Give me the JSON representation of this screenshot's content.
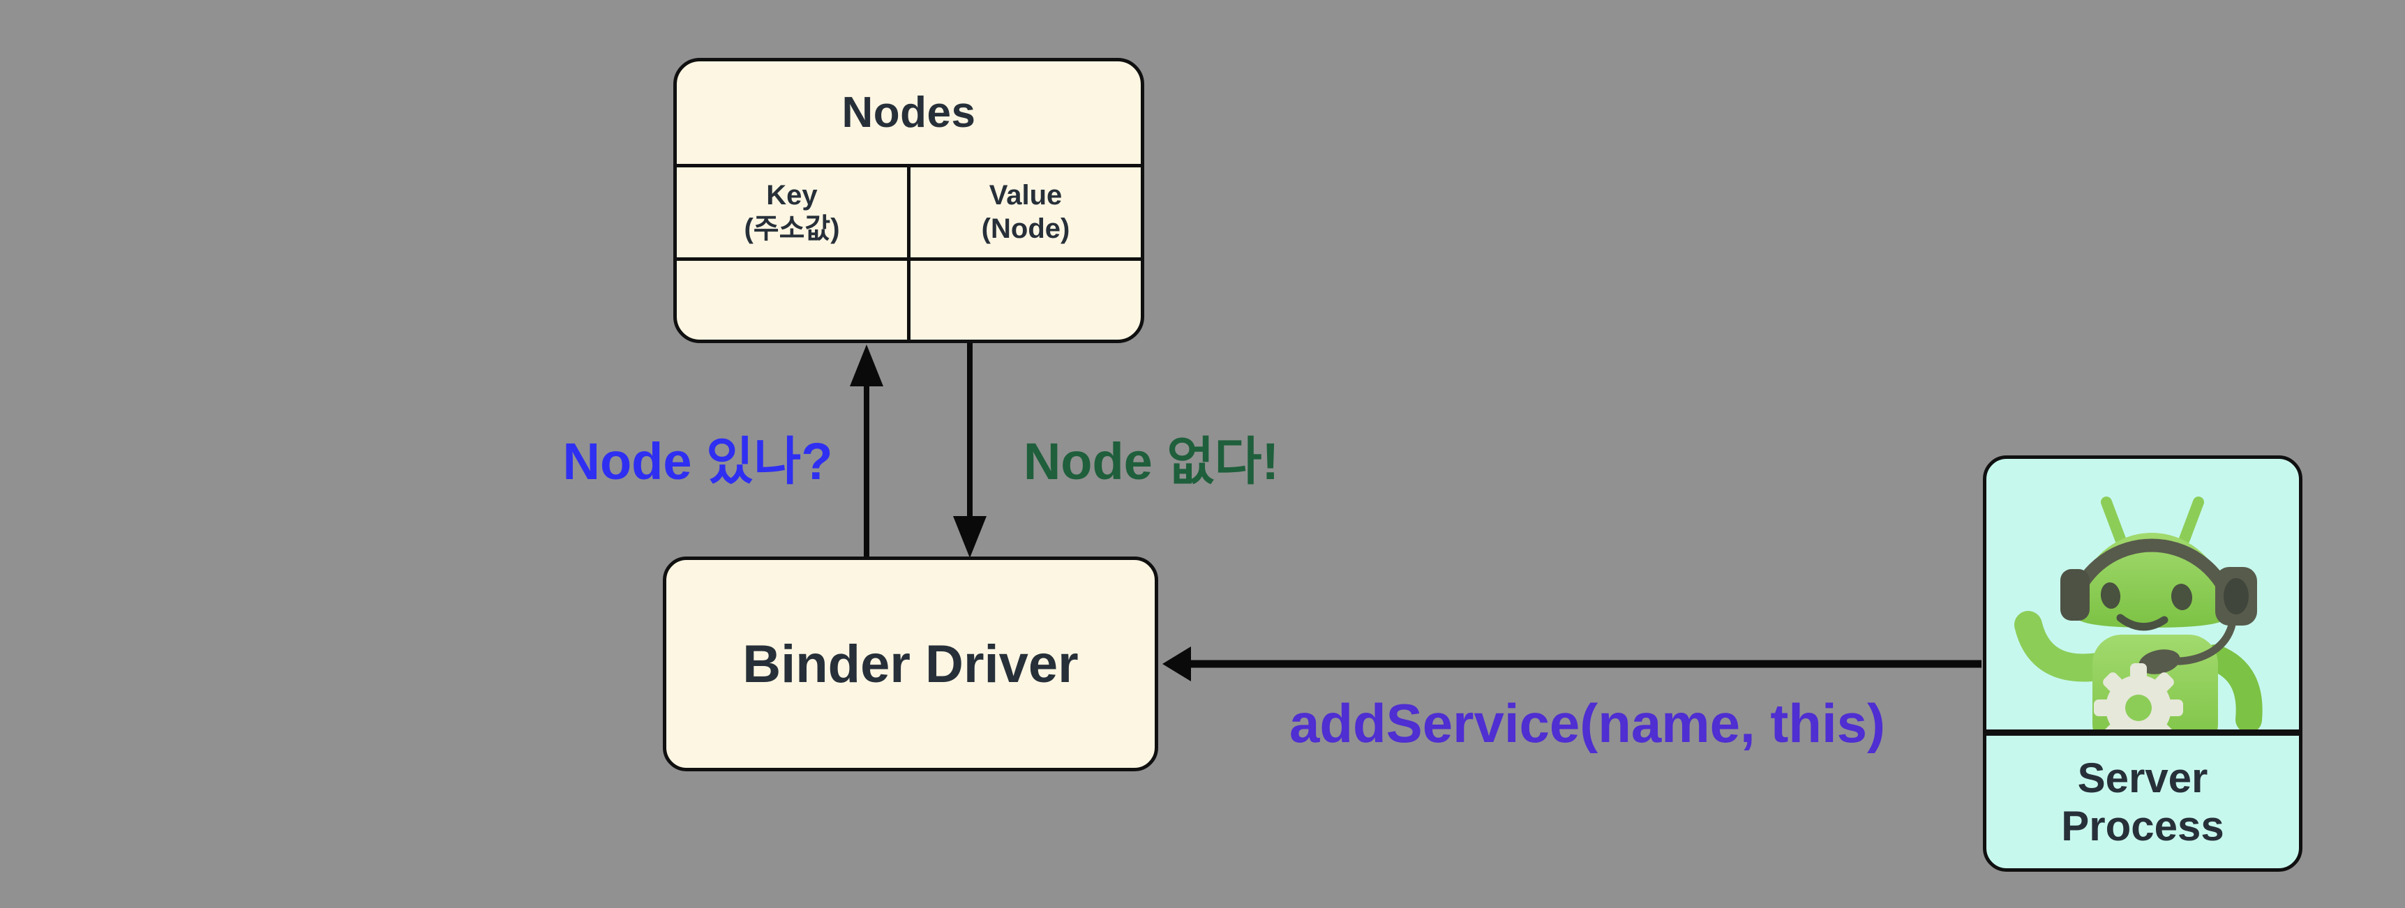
{
  "diagram_title": "Binder Driver node lookup diagram",
  "colors": {
    "background": "#919191",
    "box_fill": "#fdf6e3",
    "box_border": "#101010",
    "server_box_fill": "#c7f8ee",
    "heading_text": "#273039",
    "arrow": "#0a0a0a",
    "query_label": "#2f2ff2",
    "response_label": "#1f5f3c",
    "add_service_label": "#4f2ed2"
  },
  "nodes_table": {
    "title": "Nodes",
    "columns": [
      {
        "label": "Key",
        "sublabel": "(주소값)"
      },
      {
        "label": "Value",
        "sublabel": "(Node)"
      }
    ],
    "rows": [
      [
        "",
        ""
      ]
    ]
  },
  "boxes": {
    "binder_driver": {
      "label": "Binder Driver"
    },
    "server_process": {
      "label": "Server Process",
      "label_lines": [
        "Server",
        "Process"
      ]
    }
  },
  "labels": {
    "query": {
      "text": "Node 있나?",
      "color": "#2f2ff2"
    },
    "response": {
      "text": "Node 없다!",
      "color": "#1f5f3c"
    },
    "add_service": {
      "text": "addService(name, this)",
      "color": "#4f2ed2"
    }
  },
  "arrows": [
    {
      "name": "query-arrow",
      "from": "binder-driver",
      "to": "nodes-table",
      "direction": "up"
    },
    {
      "name": "response-arrow",
      "from": "nodes-table",
      "to": "binder-driver",
      "direction": "down"
    },
    {
      "name": "add-service-arrow",
      "from": "server-process",
      "to": "binder-driver",
      "direction": "left"
    }
  ],
  "icons": {
    "mascot": "android-support-robot-with-headset-and-gear"
  }
}
